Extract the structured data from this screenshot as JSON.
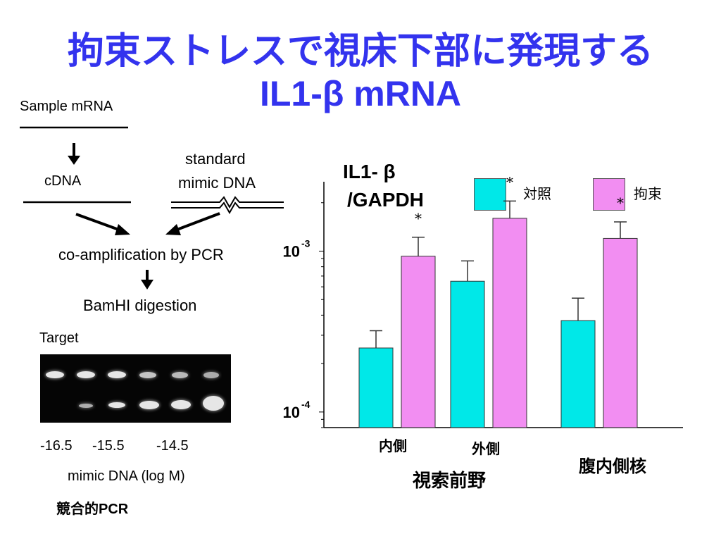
{
  "title": {
    "line1": "拘束ストレスで視床下部に発現する",
    "line2": "IL1-β mRNA"
  },
  "schematic": {
    "sample_mrna": "Sample mRNA",
    "cdna": "cDNA",
    "standard": "standard",
    "mimic_dna": "mimic DNA",
    "coamp": "co-amplification by PCR",
    "digestion": "BamHI digestion",
    "target": "Target",
    "gel_ticks": [
      "-16.5",
      "-15.5",
      "-14.5"
    ],
    "gel_axis": "mimic DNA (log M)",
    "method": "競合的PCR"
  },
  "chart_data": {
    "type": "bar",
    "scale": "log",
    "ylim": [
      8e-05,
      0.0027
    ],
    "ylabel_line1": "IL1- β",
    "ylabel_line2": "/GAPDH",
    "yticks": [
      {
        "base": "10",
        "exp": "-4",
        "value": 0.0001
      },
      {
        "base": "10",
        "exp": "-3",
        "value": 0.001
      }
    ],
    "categories": [
      "内側",
      "外側",
      "腹内側核"
    ],
    "groups": [
      {
        "label": "視索前野",
        "categories": [
          "内側",
          "外側"
        ]
      }
    ],
    "series": [
      {
        "name": "対照",
        "color": "#00e8e8",
        "values": [
          0.00025,
          0.00065,
          0.00037
        ],
        "errors": [
          0.00032,
          0.00087,
          0.00051
        ]
      },
      {
        "name": "拘束",
        "color": "#f28ef2",
        "values": [
          0.00093,
          0.0016,
          0.0012
        ],
        "errors": [
          0.00122,
          0.00205,
          0.00152
        ]
      }
    ],
    "significance": [
      "*",
      "*",
      "*"
    ],
    "legend_position": "top-right"
  }
}
